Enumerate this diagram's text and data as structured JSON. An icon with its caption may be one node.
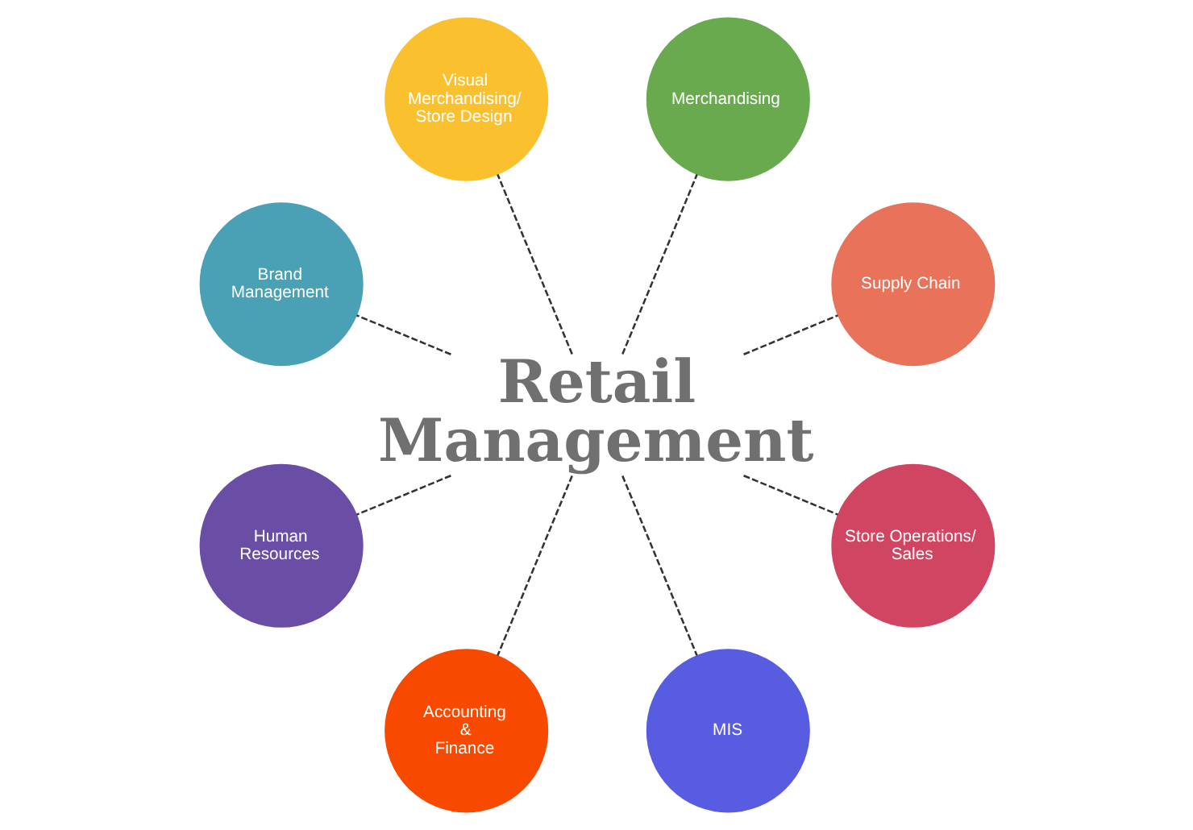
{
  "diagram": {
    "nodes": [
      {
        "text": [
          "Supply Chain"
        ]
      },
      {
        "text": [
          "Retail Management"
        ]
      },
      {
        "text": [
          "Merchandising"
        ]
      },
      {
        "text": [
          "Visual Merchandising/ Store Design"
        ]
      },
      {
        "text": [
          "Brand Management"
        ]
      },
      {
        "text": [
          "Human Resources"
        ]
      },
      {
        "text": [
          "Accounting & Finance"
        ]
      },
      {
        "text": [
          "MIS"
        ]
      },
      {
        "text": [
          "Store Operations/ Sales"
        ]
      }
    ],
    "edges": [
      {
        "from": 1,
        "to": 0,
        "arrow": "none",
        "style": "dashed"
      },
      {
        "from": 1,
        "to": 2,
        "arrow": "none",
        "style": "dashed"
      },
      {
        "from": 1,
        "to": 3,
        "arrow": "none",
        "style": "dashed"
      },
      {
        "from": 1,
        "to": 4,
        "arrow": "none",
        "style": "dashed"
      },
      {
        "from": 1,
        "to": 5,
        "arrow": "none",
        "style": "dashed"
      },
      {
        "from": 1,
        "to": 6,
        "arrow": "none",
        "style": "dashed"
      },
      {
        "from": 1,
        "to": 7,
        "arrow": "none",
        "style": "dashed"
      },
      {
        "from": 1,
        "to": 8,
        "arrow": "none",
        "style": "dashed"
      }
    ]
  }
}
